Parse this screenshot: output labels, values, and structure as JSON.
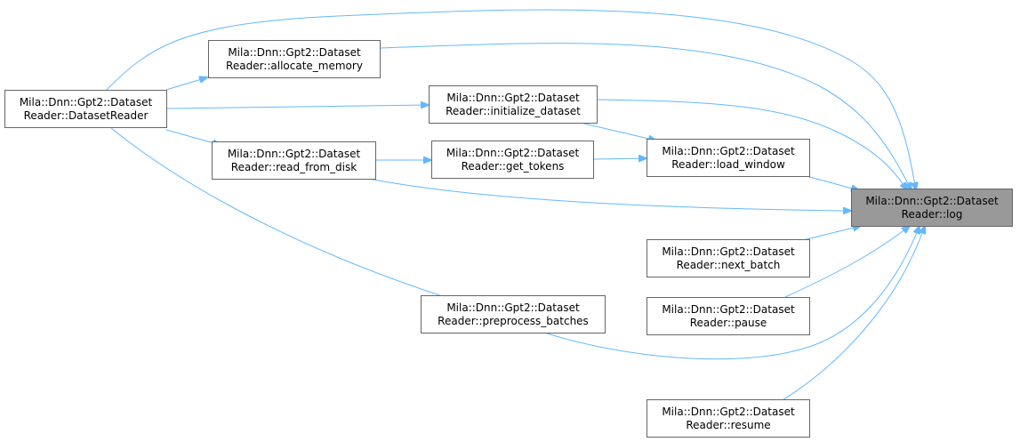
{
  "diagram": {
    "nodes": {
      "log": {
        "line1": "Mila::Dnn::Gpt2::Dataset",
        "line2": "Reader::log"
      },
      "dataset_reader": {
        "line1": "Mila::Dnn::Gpt2::Dataset",
        "line2": "Reader::DatasetReader"
      },
      "allocate_memory": {
        "line1": "Mila::Dnn::Gpt2::Dataset",
        "line2": "Reader::allocate_memory"
      },
      "initialize_dataset": {
        "line1": "Mila::Dnn::Gpt2::Dataset",
        "line2": "Reader::initialize_dataset"
      },
      "read_from_disk": {
        "line1": "Mila::Dnn::Gpt2::Dataset",
        "line2": "Reader::read_from_disk"
      },
      "get_tokens": {
        "line1": "Mila::Dnn::Gpt2::Dataset",
        "line2": "Reader::get_tokens"
      },
      "load_window": {
        "line1": "Mila::Dnn::Gpt2::Dataset",
        "line2": "Reader::load_window"
      },
      "next_batch": {
        "line1": "Mila::Dnn::Gpt2::Dataset",
        "line2": "Reader::next_batch"
      },
      "preprocess_batches": {
        "line1": "Mila::Dnn::Gpt2::Dataset",
        "line2": "Reader::preprocess_batches"
      },
      "pause": {
        "line1": "Mila::Dnn::Gpt2::Dataset",
        "line2": "Reader::pause"
      },
      "resume": {
        "line1": "Mila::Dnn::Gpt2::Dataset",
        "line2": "Reader::resume"
      }
    },
    "colors": {
      "edge": "#63b8ff",
      "node_border": "#666666",
      "focus_fill": "#999999"
    }
  }
}
